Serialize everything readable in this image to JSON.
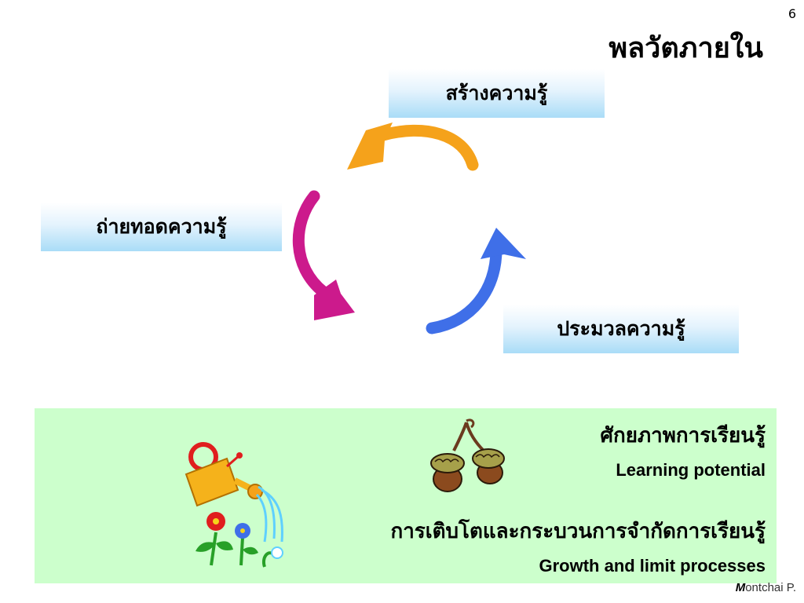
{
  "slide_number": "6",
  "title": "พลวัตภายใน",
  "cycle": {
    "create": "สร้างความรู้",
    "transfer": "ถ่ายทอดความรู้",
    "process": "ประมวลความรู้",
    "arrow_colors": {
      "create_to_transfer": "#f5a21b",
      "transfer_to_process": "#cc1a8c",
      "process_to_create": "#3f6fe8"
    }
  },
  "panel": {
    "background": "#ccffcc",
    "learning_potential_th": "ศักยภาพการเรียนรู้",
    "learning_potential_en": "Learning potential",
    "growth_th": "การเติบโตและกระบวนการจำกัดการเรียนรู้",
    "growth_en": "Growth and limit processes",
    "icons": [
      "acorns-icon",
      "watering-can-flowers-icon"
    ]
  },
  "author": {
    "initial": "M",
    "rest": "ontchai P."
  }
}
